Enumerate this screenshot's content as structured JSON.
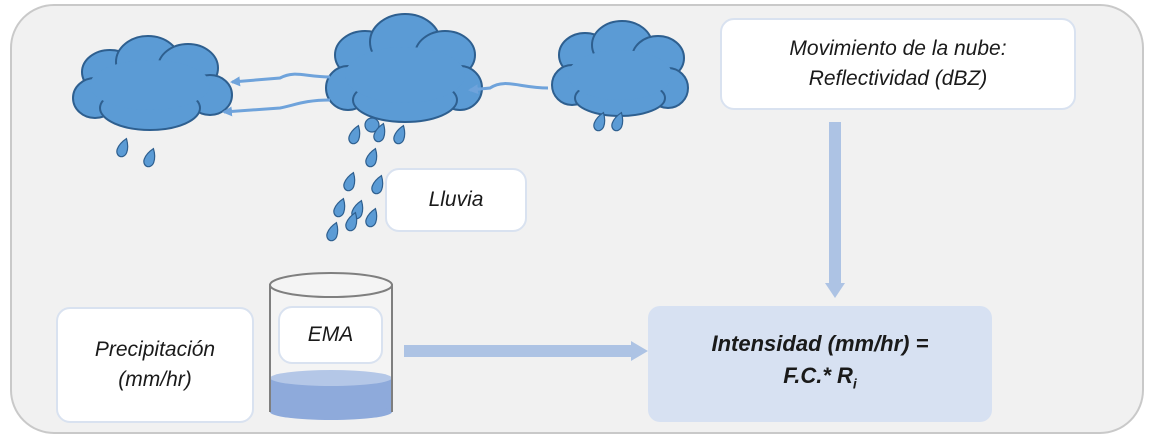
{
  "cloud_motion": {
    "line1": "Movimiento de la nube:",
    "line2": "Reflectividad (dBZ)"
  },
  "rain_label": "Lluvia",
  "precipitation": {
    "line1": "Precipitación",
    "line2": "(mm/hr)"
  },
  "gauge_label": "EMA",
  "intensity": {
    "line1": "Intensidad (mm/hr) =",
    "line2_prefix": "F.C.* R",
    "line2_subscript": "i"
  },
  "colors": {
    "cloud_fill": "#5b9bd5",
    "cloud_stroke": "#2e5f8f",
    "arrow": "#6fa3db",
    "arrow_light": "#adc3e4",
    "result_fill": "#d7e1f2",
    "water": "#8eaadb"
  },
  "icons": [
    "cloud-icon",
    "raindrop-icon",
    "rain-gauge-icon",
    "arrow-icon"
  ]
}
